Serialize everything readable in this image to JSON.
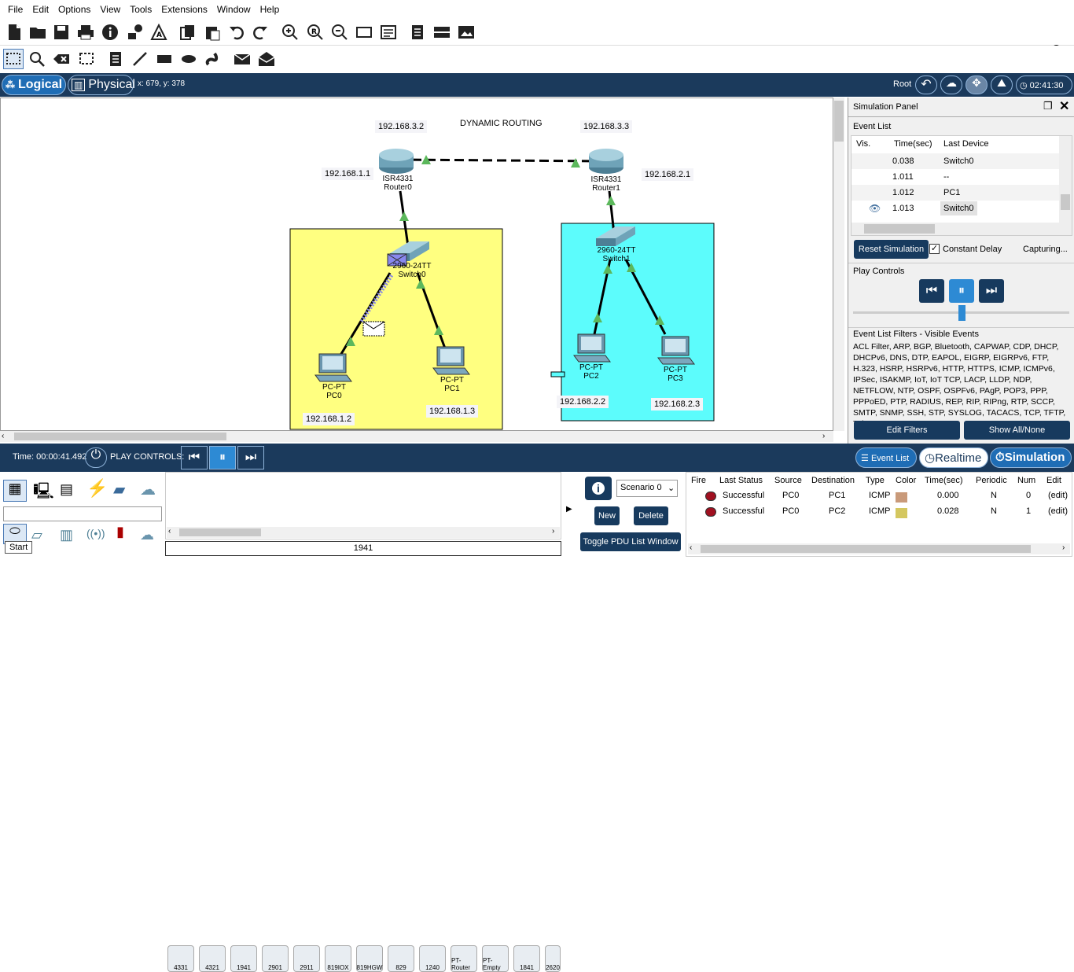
{
  "menu": [
    "File",
    "Edit",
    "Options",
    "View",
    "Tools",
    "Extensions",
    "Window",
    "Help"
  ],
  "help_symbol": "?",
  "modebar": {
    "logical": "Logical",
    "physical": "Physical",
    "coords": "x: 679, y: 378",
    "root": "Root",
    "time": "02:41:30"
  },
  "topology": {
    "title": "DYNAMIC ROUTING",
    "ip_r0_wan": "192.168.3.2",
    "ip_r1_wan": "192.168.3.3",
    "ip_r0_lan": "192.168.1.1",
    "ip_r1_lan": "192.168.2.1",
    "r0_model": "ISR4331",
    "r0_name": "Router0",
    "r1_model": "ISR4331",
    "r1_name": "Router1",
    "sw0_model": "2960-24TT",
    "sw0_name": "Switch0",
    "sw1_model": "2960-24TT",
    "sw1_name": "Switch1",
    "pc0_model": "PC-PT",
    "pc0_name": "PC0",
    "pc0_ip": "192.168.1.2",
    "pc1_model": "PC-PT",
    "pc1_name": "PC1",
    "pc1_ip": "192.168.1.3",
    "pc2_model": "PC-PT",
    "pc2_name": "PC2",
    "pc2_ip": "192.168.2.2",
    "pc3_model": "PC-PT",
    "pc3_name": "PC3",
    "pc3_ip": "192.168.2.3"
  },
  "sim": {
    "title": "Simulation Panel",
    "event_list_label": "Event List",
    "cols": [
      "Vis.",
      "Time(sec)",
      "Last Device"
    ],
    "events": [
      {
        "time": "0.038",
        "device": "Switch0"
      },
      {
        "time": "1.011",
        "device": "--"
      },
      {
        "time": "1.012",
        "device": "PC1"
      },
      {
        "time": "1.013",
        "device": "Switch0"
      }
    ],
    "reset": "Reset Simulation",
    "constant_delay": "Constant Delay",
    "capturing": "Capturing...",
    "play_controls": "Play Controls",
    "filters_title": "Event List Filters - Visible Events",
    "filters_text": "ACL Filter, ARP, BGP, Bluetooth, CAPWAP, CDP, DHCP, DHCPv6, DNS, DTP, EAPOL, EIGRP, EIGRPv6, FTP, H.323, HSRP, HSRPv6, HTTP, HTTPS, ICMP, ICMPv6, IPSec, ISAKMP, IoT, IoT TCP, LACP, LLDP, NDP, NETFLOW, NTP, OSPF, OSPFv6, PAgP, POP3, PPP, PPPoED, PTP, RADIUS, REP, RIP, RIPng, RTP, SCCP, SMTP, SNMP, SSH, STP, SYSLOG, TACACS, TCP, TFTP, Telnet, UDP, USB, VTP",
    "edit_filters": "Edit Filters",
    "show_all": "Show All/None"
  },
  "status": {
    "time": "Time: 00:00:41.492",
    "play_controls": "PLAY CONTROLS:",
    "event_list": "Event List",
    "realtime": "Realtime",
    "simulation": "Simulation"
  },
  "devices": [
    "4331",
    "4321",
    "1941",
    "2901",
    "2911",
    "819IOX",
    "819HGW",
    "829",
    "1240",
    "PT-Router",
    "PT-Empty",
    "1841",
    "2620"
  ],
  "selected_device": "1941",
  "start_tooltip": "Start",
  "scenario": {
    "select": "Scenario 0",
    "new": "New",
    "delete": "Delete",
    "toggle": "Toggle PDU List Window",
    "info": "i"
  },
  "pdu": {
    "cols": [
      "Fire",
      "Last Status",
      "Source",
      "Destination",
      "Type",
      "Color",
      "Time(sec)",
      "Periodic",
      "Num",
      "Edit"
    ],
    "rows": [
      {
        "status": "Successful",
        "src": "PC0",
        "dst": "PC1",
        "type": "ICMP",
        "color": "#c99a7a",
        "time": "0.000",
        "periodic": "N",
        "num": "0",
        "edit": "(edit)"
      },
      {
        "status": "Successful",
        "src": "PC0",
        "dst": "PC2",
        "type": "ICMP",
        "color": "#d4c760",
        "time": "0.028",
        "periodic": "N",
        "num": "1",
        "edit": "(edit)"
      }
    ]
  }
}
